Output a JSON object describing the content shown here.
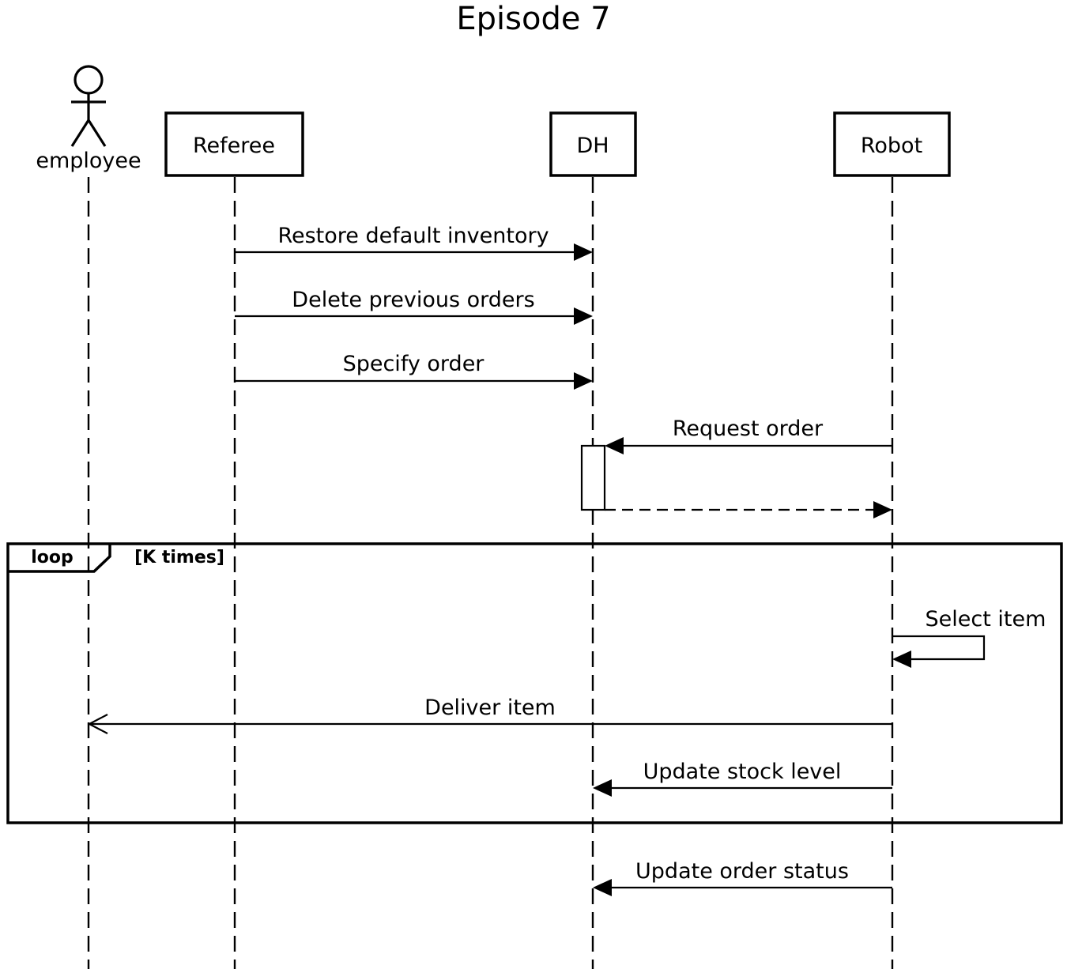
{
  "title": "Episode 7",
  "participants": [
    {
      "id": "employee",
      "label": "employee",
      "kind": "actor"
    },
    {
      "id": "referee",
      "label": "Referee",
      "kind": "box"
    },
    {
      "id": "dh",
      "label": "DH",
      "kind": "box"
    },
    {
      "id": "robot",
      "label": "Robot",
      "kind": "box"
    }
  ],
  "messages": [
    {
      "from": "referee",
      "to": "dh",
      "label": "Restore default inventory",
      "style": "sync"
    },
    {
      "from": "referee",
      "to": "dh",
      "label": "Delete previous orders",
      "style": "sync"
    },
    {
      "from": "referee",
      "to": "dh",
      "label": "Specify order",
      "style": "sync"
    },
    {
      "from": "robot",
      "to": "dh",
      "label": "Request order",
      "style": "sync"
    },
    {
      "from": "dh",
      "to": "robot",
      "label": "",
      "style": "reply"
    },
    {
      "from": "robot",
      "to": "robot",
      "label": "Select item",
      "style": "self"
    },
    {
      "from": "robot",
      "to": "employee",
      "label": "Deliver item",
      "style": "async"
    },
    {
      "from": "robot",
      "to": "dh",
      "label": "Update stock level",
      "style": "sync"
    },
    {
      "from": "robot",
      "to": "dh",
      "label": "Update order status",
      "style": "sync"
    }
  ],
  "fragment": {
    "operator": "loop",
    "guard": "[K times]"
  }
}
